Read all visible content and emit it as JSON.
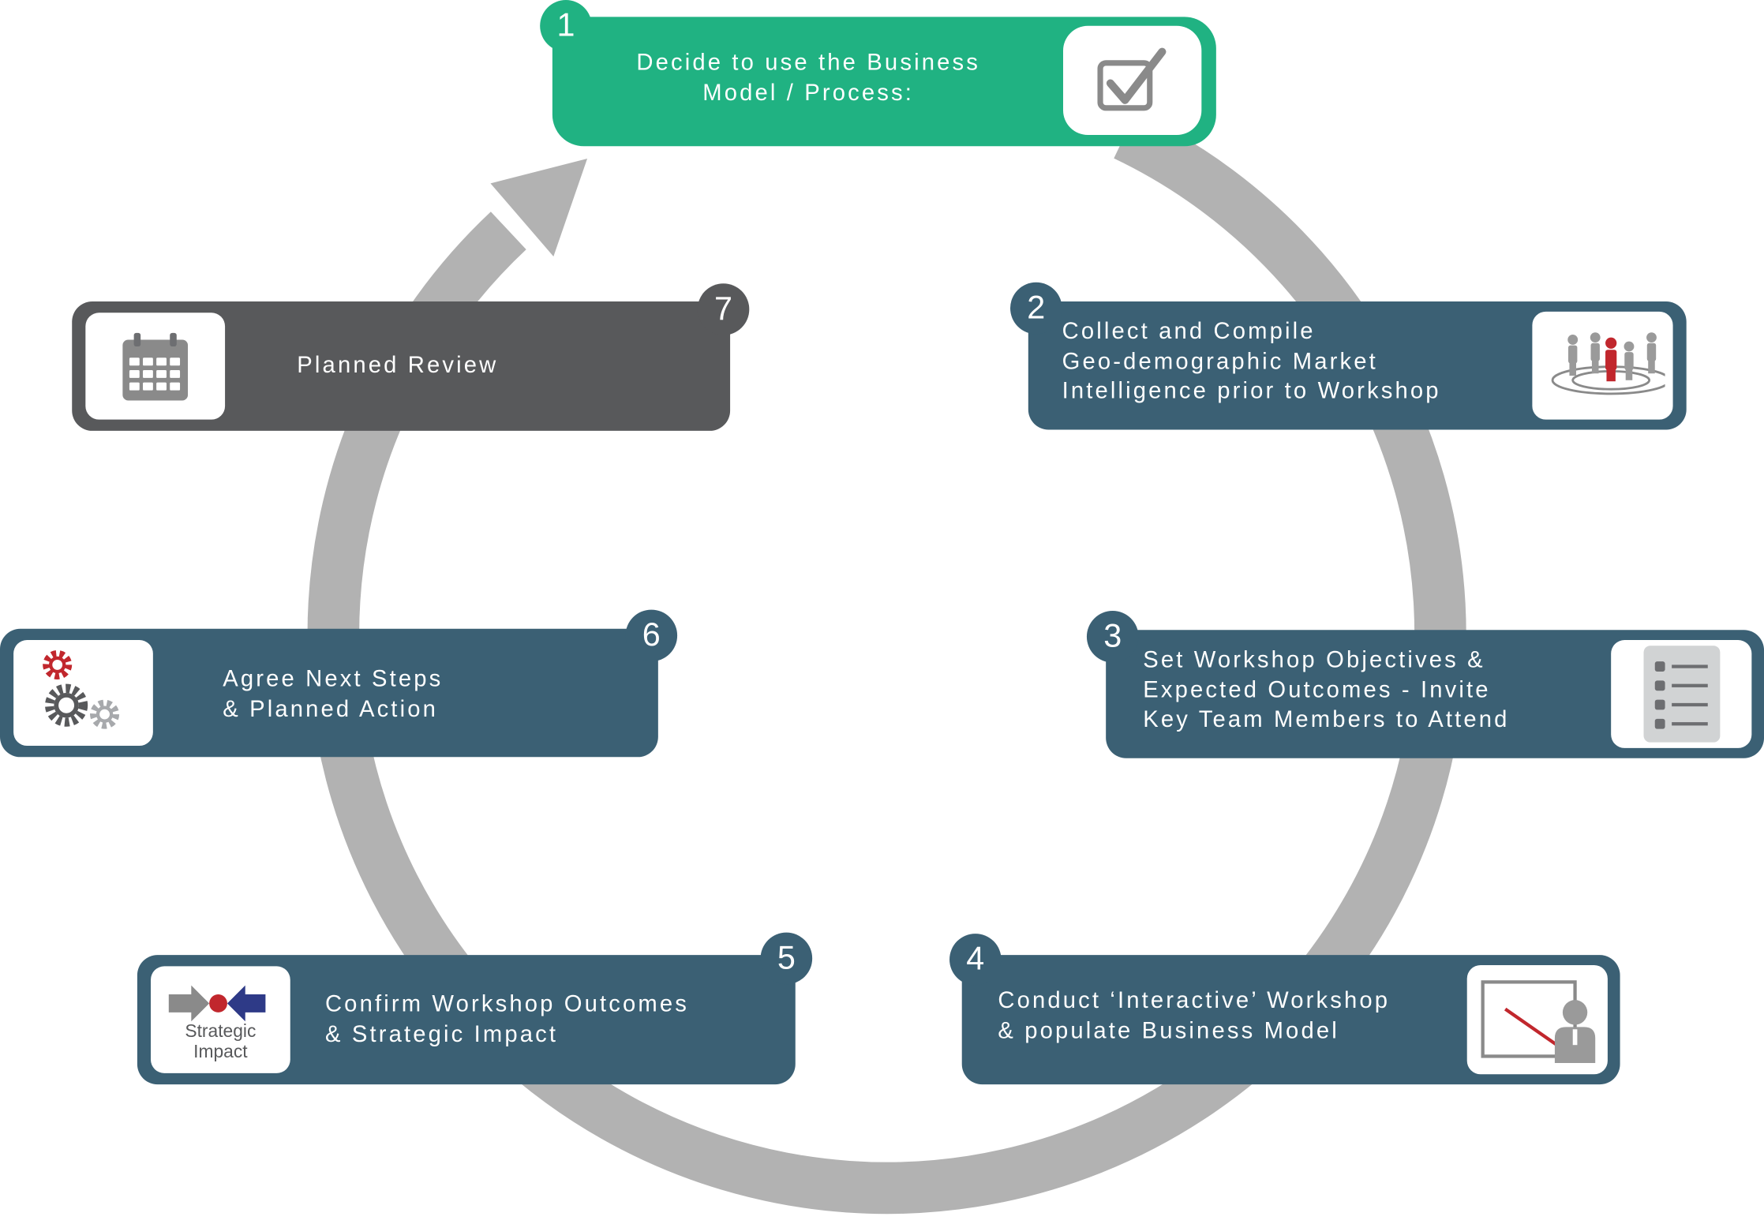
{
  "steps": [
    {
      "num": "1",
      "text": "Decide to use the Business\nModel / Process:",
      "icon": "checkbox-icon"
    },
    {
      "num": "2",
      "text": "Collect and Compile\nGeo-demographic Market\nIntelligence prior to Workshop",
      "icon": "target-audience-icon"
    },
    {
      "num": "3",
      "text": "Set Workshop Objectives &\nExpected Outcomes - Invite\nKey Team Members to Attend",
      "icon": "checklist-icon"
    },
    {
      "num": "4",
      "text": "Conduct ‘Interactive’ Workshop\n& populate Business Model",
      "icon": "presenter-icon"
    },
    {
      "num": "5",
      "text": "Confirm Workshop Outcomes\n& Strategic Impact",
      "icon": "strategic-impact-icon",
      "icon_caption": "Strategic\nImpact"
    },
    {
      "num": "6",
      "text": "Agree Next Steps\n& Planned Action",
      "icon": "gears-icon"
    },
    {
      "num": "7",
      "text": "Planned Review",
      "icon": "calendar-icon"
    }
  ],
  "colors": {
    "teal": "#3b6074",
    "green": "#20b282",
    "dark": "#58595b",
    "ring": "#b2b2b2",
    "accent_red": "#c1272d",
    "accent_navy": "#2e3a87"
  }
}
